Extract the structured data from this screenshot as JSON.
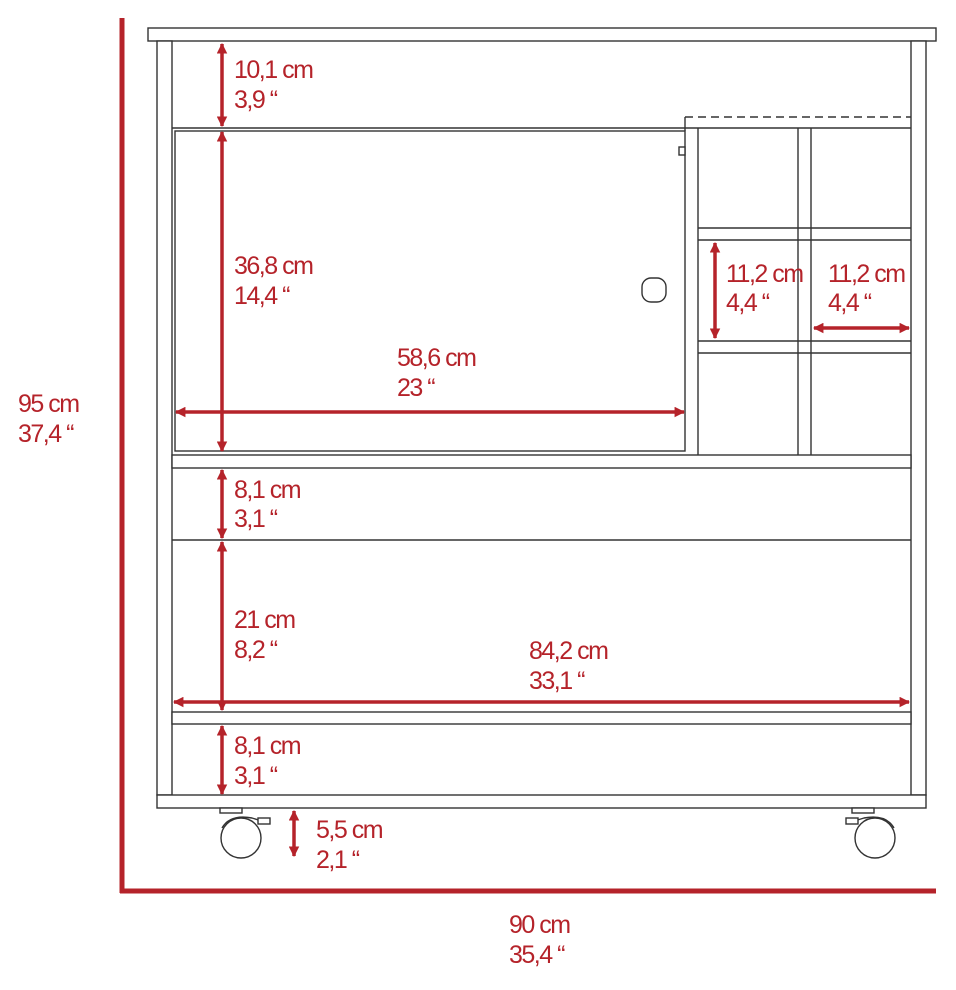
{
  "colors": {
    "dimension": "#b5232a",
    "outline": "#333333"
  },
  "dimensions": {
    "top_gap": {
      "cm": "10,1 cm",
      "in": "3,9 “"
    },
    "door_height": {
      "cm": "36,8 cm",
      "in": "14,4 “"
    },
    "door_width": {
      "cm": "58,6 cm",
      "in": "23 “"
    },
    "cubby_height": {
      "cm": "11,2 cm",
      "in": "4,4 “"
    },
    "cubby_width": {
      "cm": "11,2 cm",
      "in": "4,4 “"
    },
    "shelf_gap_upper": {
      "cm": "8,1 cm",
      "in": "3,1 “"
    },
    "open_shelf_height": {
      "cm": "21 cm",
      "in": "8,2 “"
    },
    "inner_width": {
      "cm": "84,2 cm",
      "in": "33,1 “"
    },
    "bottom_gap": {
      "cm": "8,1 cm",
      "in": "3,1 “"
    },
    "wheel_height": {
      "cm": "5,5 cm",
      "in": "2,1 “"
    },
    "total_height": {
      "cm": "95 cm",
      "in": "37,4 “"
    },
    "total_width": {
      "cm": "90 cm",
      "in": "35,4 “"
    }
  }
}
